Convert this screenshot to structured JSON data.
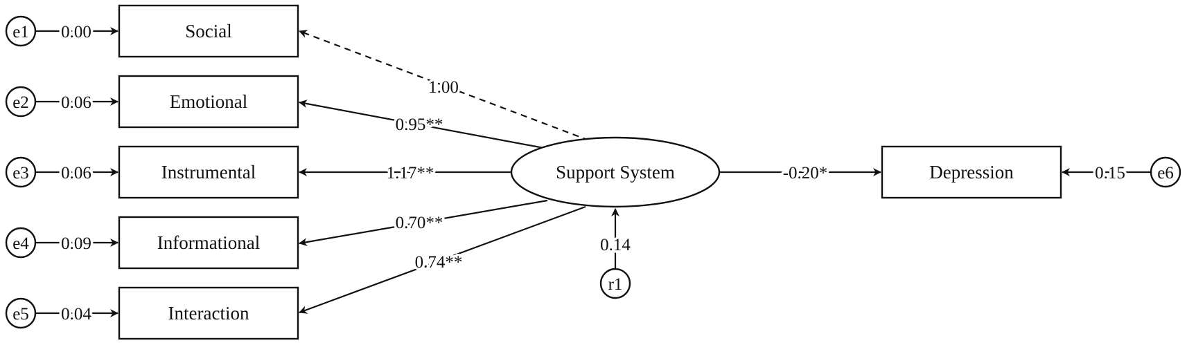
{
  "indicators": [
    {
      "label": "Social",
      "error": "e1",
      "error_loading": "0.00",
      "path": "1.00",
      "dashed": true
    },
    {
      "label": "Emotional",
      "error": "e2",
      "error_loading": "0.06",
      "path": "0.95**",
      "dashed": false
    },
    {
      "label": "Instrumental",
      "error": "e3",
      "error_loading": "0.06",
      "path": "1.17**",
      "dashed": false
    },
    {
      "label": "Informational",
      "error": "e4",
      "error_loading": "0.09",
      "path": "0.70**",
      "dashed": false
    },
    {
      "label": "Interaction",
      "error": "e5",
      "error_loading": "0.04",
      "path": "0.74**",
      "dashed": false
    }
  ],
  "latent": {
    "label": "Support System",
    "residual": "r1",
    "residual_loading": "0.14"
  },
  "outcome": {
    "label": "Depression",
    "error": "e6",
    "error_loading": "0.15",
    "path": "-0.20*"
  }
}
